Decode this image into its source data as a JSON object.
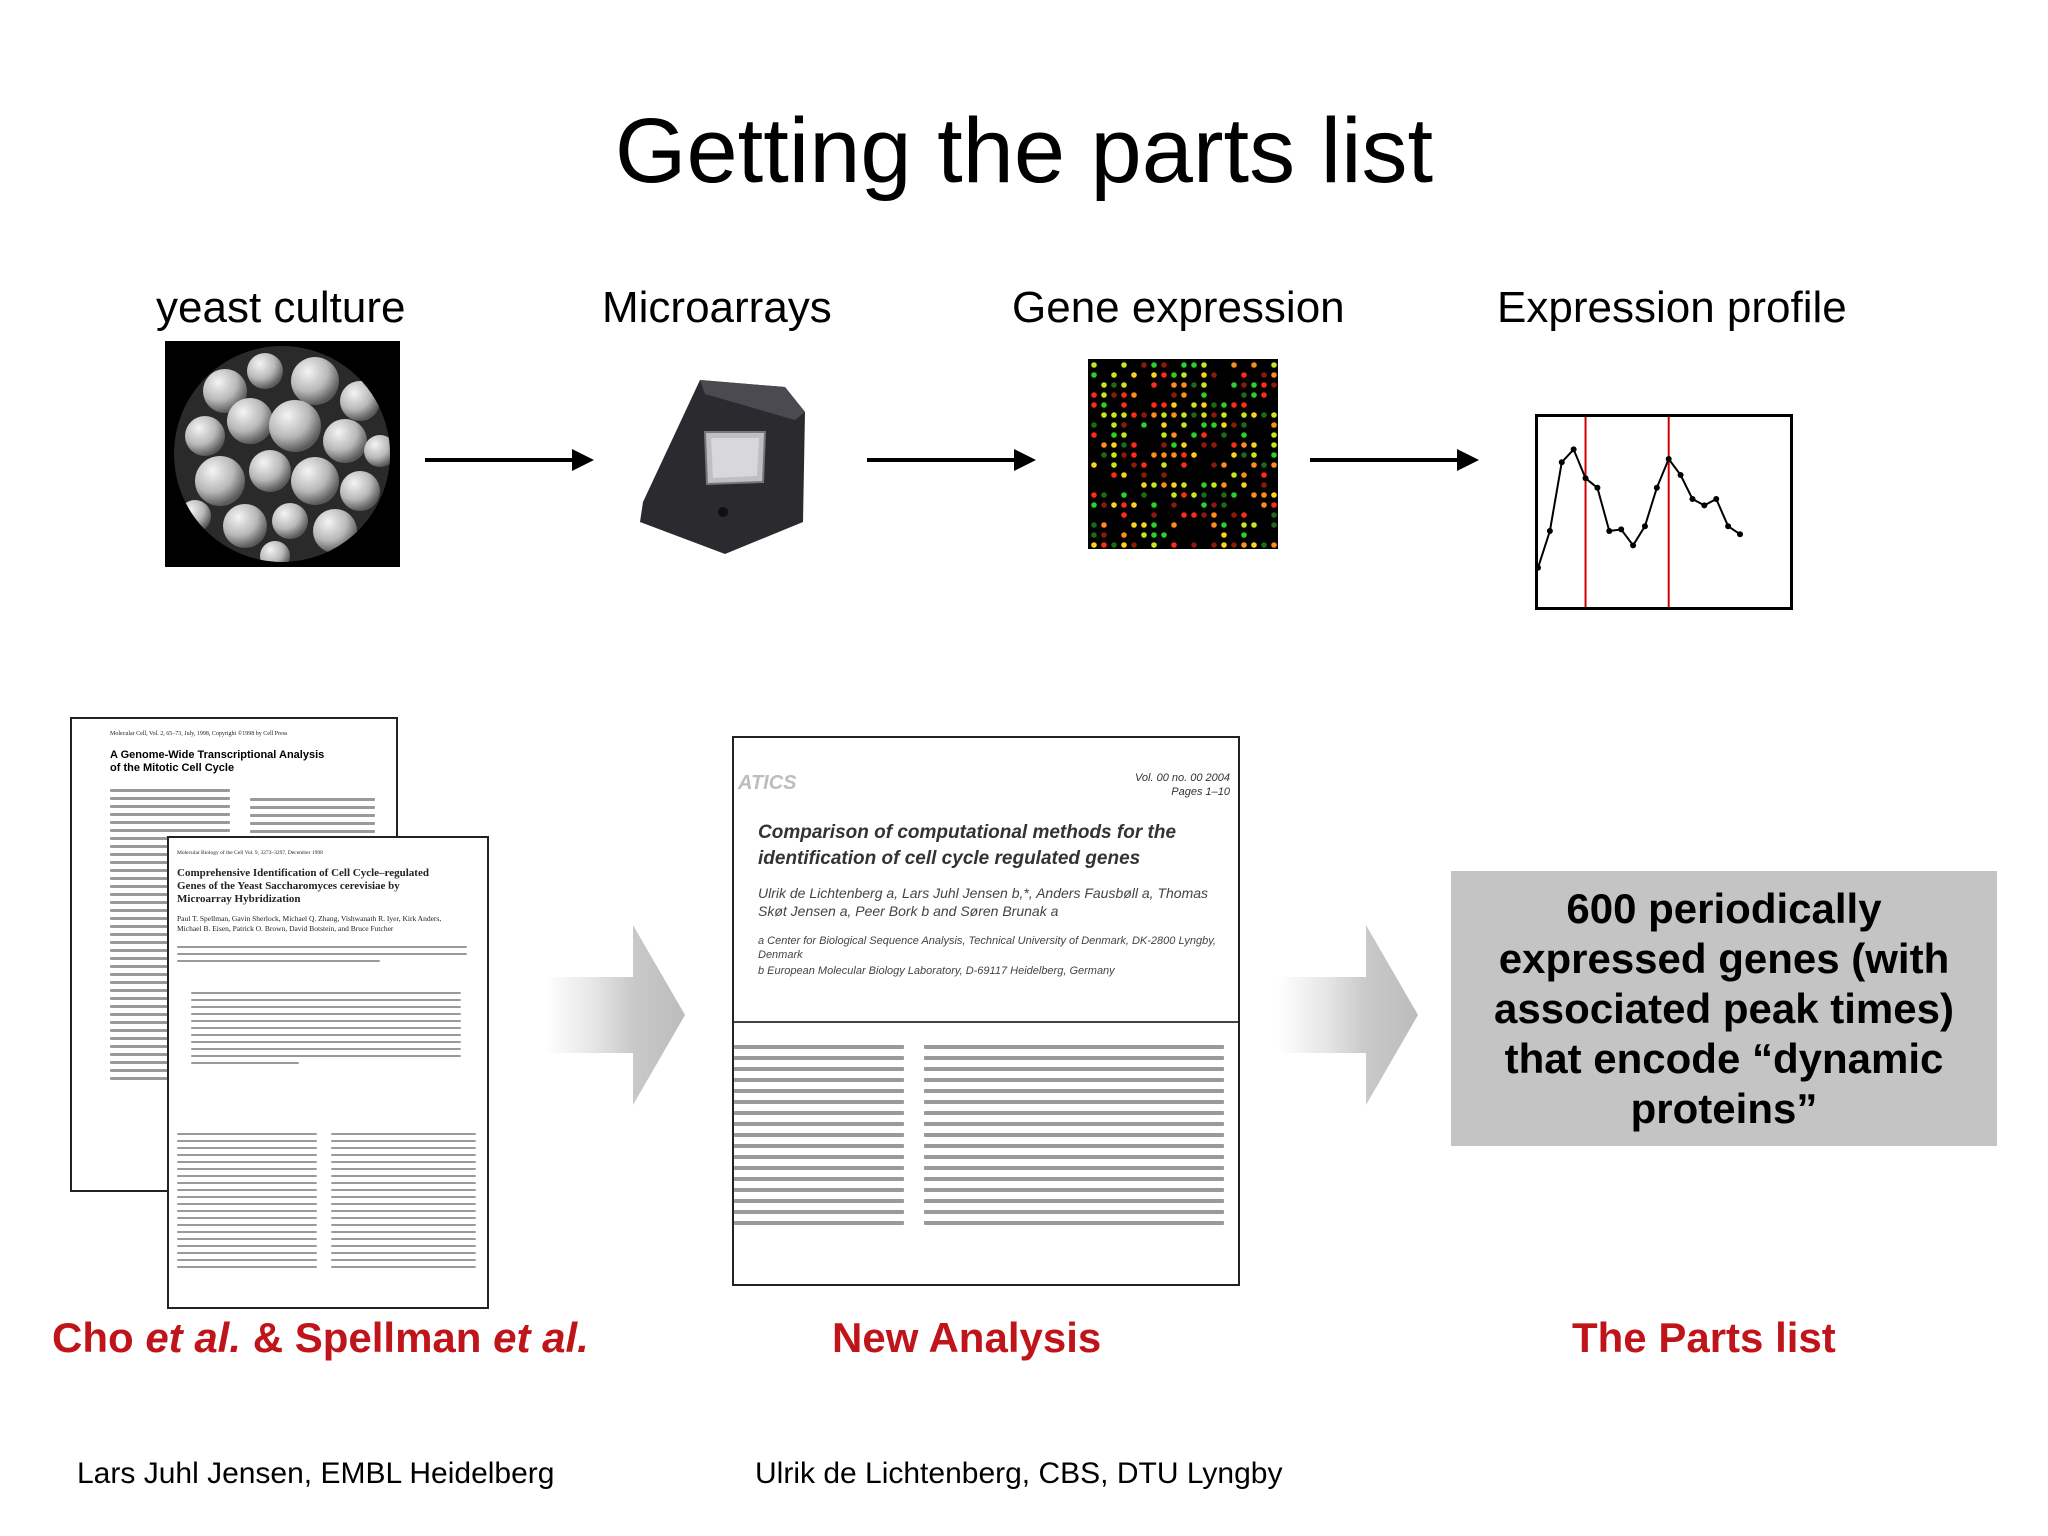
{
  "slide": {
    "title": "Getting the parts list"
  },
  "pipeline": {
    "stages": [
      {
        "label": "yeast culture"
      },
      {
        "label": "Microarrays"
      },
      {
        "label": "Gene expression"
      },
      {
        "label": "Expression profile"
      }
    ]
  },
  "papers": {
    "cho": {
      "header": "Molecular Cell, Vol. 2, 65–73, July, 1998, Copyright ©1998 by Cell Press",
      "title": "A Genome-Wide Transcriptional Analysis of the Mitotic Cell Cycle"
    },
    "spellman": {
      "header": "Molecular Biology of the Cell Vol. 9, 3273–3297, December 1998",
      "title": "Comprehensive Identification of Cell Cycle–regulated Genes of the Yeast Saccharomyces cerevisiae by Microarray Hybridization",
      "authors": "Paul T. Spellman, Gavin Sherlock, Michael Q. Zhang, Vishwanath R. Iyer, Kirk Anders, Michael B. Eisen, Patrick O. Brown, David Botstein, and Bruce Futcher"
    },
    "new_analysis": {
      "journal_fragment": "ATICS",
      "volume": "Vol. 00 no. 00 2004",
      "pages": "Pages 1–10",
      "title": "Comparison of computational methods for the identification of cell cycle regulated genes",
      "authors": "Ulrik de Lichtenberg a, Lars Juhl Jensen b,*, Anders Fausbøll a, Thomas Skøt Jensen a, Peer Bork b and Søren Brunak a",
      "affiliation_a": "a Center for Biological Sequence Analysis, Technical University of Denmark, DK-2800 Lyngby, Denmark",
      "affiliation_b": "b European Molecular Biology Laboratory, D-69117 Heidelberg, Germany"
    }
  },
  "result_box": {
    "text": "600 periodically expressed genes (with associated peak times) that encode “dynamic proteins”"
  },
  "bottom_labels": {
    "cho_prefix": "Cho ",
    "et_al_1": "et al.",
    "amp": " & Spellman ",
    "et_al_2": "et al.",
    "new_analysis": "New Analysis",
    "parts_list": "The Parts list"
  },
  "credits": {
    "left": "Lars Juhl Jensen, EMBL Heidelberg",
    "right": "Ulrik de Lichtenberg, CBS, DTU Lyngby"
  },
  "colors": {
    "accent_red": "#c0141b",
    "box_gray": "#c4c4c4",
    "profile_marker": "#d40000"
  },
  "expression_profile": {
    "values": [
      0.12,
      0.35,
      0.78,
      0.86,
      0.68,
      0.62,
      0.35,
      0.36,
      0.26,
      0.38,
      0.62,
      0.8,
      0.7,
      0.55,
      0.51,
      0.55,
      0.38,
      0.33
    ],
    "peak_marker_indices": [
      4,
      11
    ]
  }
}
